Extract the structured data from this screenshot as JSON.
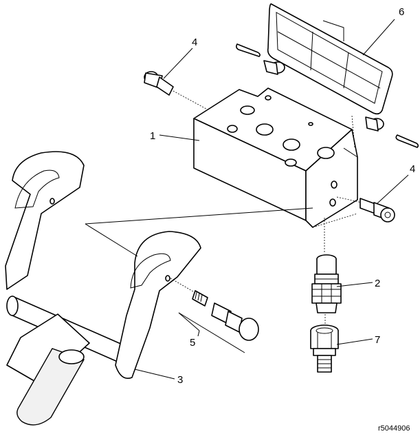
{
  "callouts": {
    "c1": "1",
    "c2": "2",
    "c3": "3",
    "c4a": "4",
    "c4b": "4",
    "c5": "5",
    "c6": "6",
    "c7": "7"
  },
  "figure_ref": "r5044906",
  "parts": [
    {
      "id": "1",
      "name": "valve-block"
    },
    {
      "id": "2",
      "name": "quick-coupler"
    },
    {
      "id": "3",
      "name": "mounting-bracket"
    },
    {
      "id": "4",
      "name": "mounting-bolt"
    },
    {
      "id": "5",
      "name": "spring-detent-pin"
    },
    {
      "id": "6",
      "name": "cover"
    },
    {
      "id": "7",
      "name": "adapter-fitting"
    }
  ]
}
